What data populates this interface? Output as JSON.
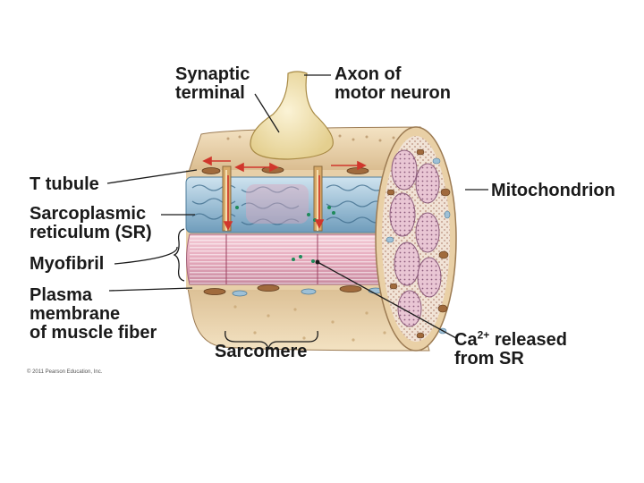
{
  "labels": {
    "synaptic_terminal": [
      "Synaptic",
      "terminal"
    ],
    "axon": [
      "Axon of",
      "motor neuron"
    ],
    "t_tubule": "T tubule",
    "mitochondrion": "Mitochondrion",
    "sr": [
      "Sarcoplasmic",
      "reticulum (SR)"
    ],
    "myofibril": "Myofibril",
    "plasma_membrane": [
      "Plasma",
      "membrane",
      "of muscle fiber"
    ],
    "sarcomere": "Sarcomere",
    "ca_base": "Ca",
    "ca_sup": "2+",
    "ca_rest": " released",
    "ca_line2": "from SR"
  },
  "copyright": "© 2011 Pearson Education, Inc.",
  "colors": {
    "membrane": "#e8cfa6",
    "membrane_dark": "#c9a877",
    "terminal": "#f3e6b8",
    "myofibril": "#e9b3c3",
    "myofibril_dark": "#c98aa0",
    "sr": "#a9c9dd",
    "sr_dark": "#5f8fb0",
    "arrow": "#d0372c",
    "mito": "#a06a3c",
    "ca": "#1f8a5a"
  }
}
